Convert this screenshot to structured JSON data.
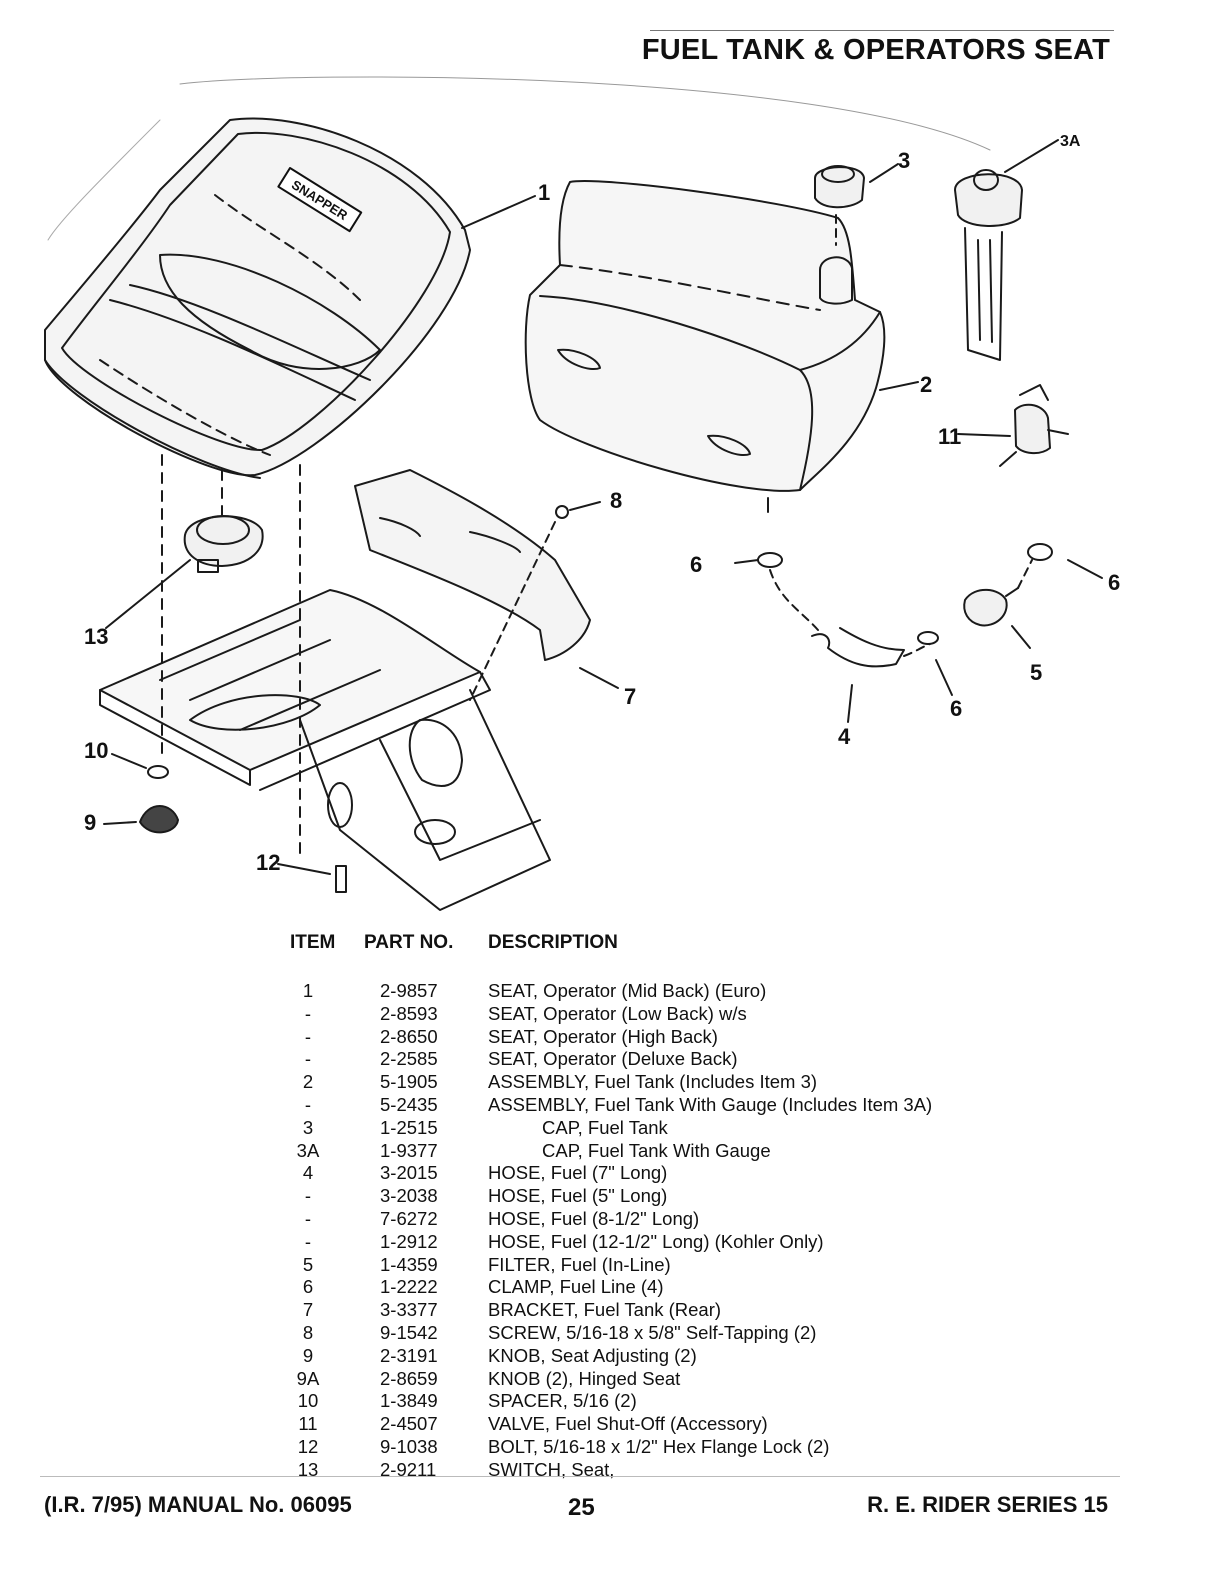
{
  "page": {
    "title": "FUEL TANK & OPERATORS SEAT"
  },
  "callouts": {
    "c1": "1",
    "c2": "2",
    "c3": "3",
    "c3a": "3A",
    "c4": "4",
    "c5": "5",
    "c6a": "6",
    "c6b": "6",
    "c6c": "6",
    "c7": "7",
    "c8": "8",
    "c9": "9",
    "c10": "10",
    "c11": "11",
    "c12": "12",
    "c13": "13",
    "brand": "SNAPPER"
  },
  "table": {
    "headers": {
      "item": "ITEM",
      "part": "PART NO.",
      "desc": "DESCRIPTION"
    },
    "rows": [
      {
        "item": "1",
        "part": "2-9857",
        "desc": "SEAT, Operator (Mid Back) (Euro)"
      },
      {
        "item": "-",
        "part": "2-8593",
        "desc": "SEAT, Operator (Low Back) w/s"
      },
      {
        "item": "-",
        "part": "2-8650",
        "desc": "SEAT, Operator (High Back)"
      },
      {
        "item": "-",
        "part": "2-2585",
        "desc": "SEAT, Operator (Deluxe Back)"
      },
      {
        "item": "2",
        "part": "5-1905",
        "desc": "ASSEMBLY, Fuel Tank (Includes Item 3)"
      },
      {
        "item": "-",
        "part": "5-2435",
        "desc": "ASSEMBLY, Fuel Tank With Gauge (Includes Item 3A)"
      },
      {
        "item": "3",
        "part": "1-2515",
        "desc": "CAP, Fuel Tank",
        "indent": true
      },
      {
        "item": "3A",
        "part": "1-9377",
        "desc": "CAP, Fuel Tank With Gauge",
        "indent": true
      },
      {
        "item": "4",
        "part": "3-2015",
        "desc": "HOSE, Fuel (7\" Long)"
      },
      {
        "item": "-",
        "part": "3-2038",
        "desc": "HOSE, Fuel (5\" Long)"
      },
      {
        "item": "-",
        "part": "7-6272",
        "desc": "HOSE, Fuel (8-1/2\" Long)"
      },
      {
        "item": "-",
        "part": "1-2912",
        "desc": "HOSE, Fuel (12-1/2\" Long) (Kohler Only)"
      },
      {
        "item": "5",
        "part": "1-4359",
        "desc": "FILTER, Fuel (In-Line)"
      },
      {
        "item": "6",
        "part": "1-2222",
        "desc": "CLAMP, Fuel Line (4)"
      },
      {
        "item": "7",
        "part": "3-3377",
        "desc": "BRACKET, Fuel Tank (Rear)"
      },
      {
        "item": "8",
        "part": "9-1542",
        "desc": "SCREW, 5/16-18 x 5/8\" Self-Tapping (2)"
      },
      {
        "item": "9",
        "part": "2-3191",
        "desc": "KNOB, Seat Adjusting (2)"
      },
      {
        "item": "9A",
        "part": "2-8659",
        "desc": "KNOB (2), Hinged Seat"
      },
      {
        "item": "10",
        "part": "1-3849",
        "desc": "SPACER, 5/16 (2)"
      },
      {
        "item": "11",
        "part": "2-4507",
        "desc": "VALVE, Fuel Shut-Off (Accessory)"
      },
      {
        "item": "12",
        "part": "9-1038",
        "desc": "BOLT, 5/16-18 x 1/2\" Hex Flange Lock (2)"
      },
      {
        "item": "13",
        "part": "2-9211",
        "desc": "SWITCH, Seat,"
      }
    ]
  },
  "footer": {
    "left": "(I.R. 7/95) MANUAL No. 06095",
    "page_number": "25",
    "right": "R. E. RIDER SERIES 15"
  }
}
